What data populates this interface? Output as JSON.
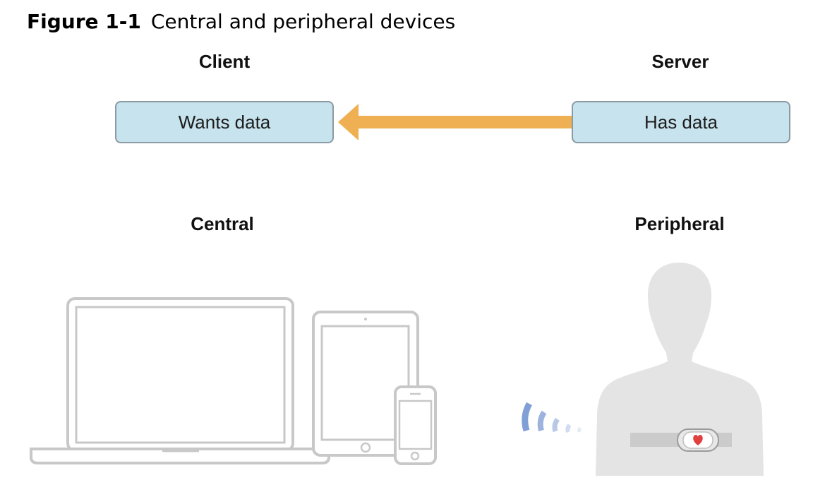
{
  "caption": {
    "number": "Figure 1-1",
    "title": "Central and peripheral devices"
  },
  "roles": {
    "client": "Client",
    "server": "Server",
    "central": "Central",
    "peripheral": "Peripheral"
  },
  "boxes": {
    "client_box": "Wants data",
    "server_box": "Has data"
  },
  "colors": {
    "box_fill": "#c7e3ee",
    "box_border": "#8c9aa3",
    "arrow": "#eeb052",
    "device_outline": "#c8c8c8",
    "person": "#e4e4e4",
    "strap": "#c9c9c9",
    "heart": "#e04040",
    "signal": "#7f9fd6"
  },
  "icons": {
    "laptop": "laptop-icon",
    "tablet": "tablet-icon",
    "phone": "phone-icon",
    "person": "person-silhouette-icon",
    "signal": "signal-waves-icon",
    "heart": "heart-icon"
  }
}
